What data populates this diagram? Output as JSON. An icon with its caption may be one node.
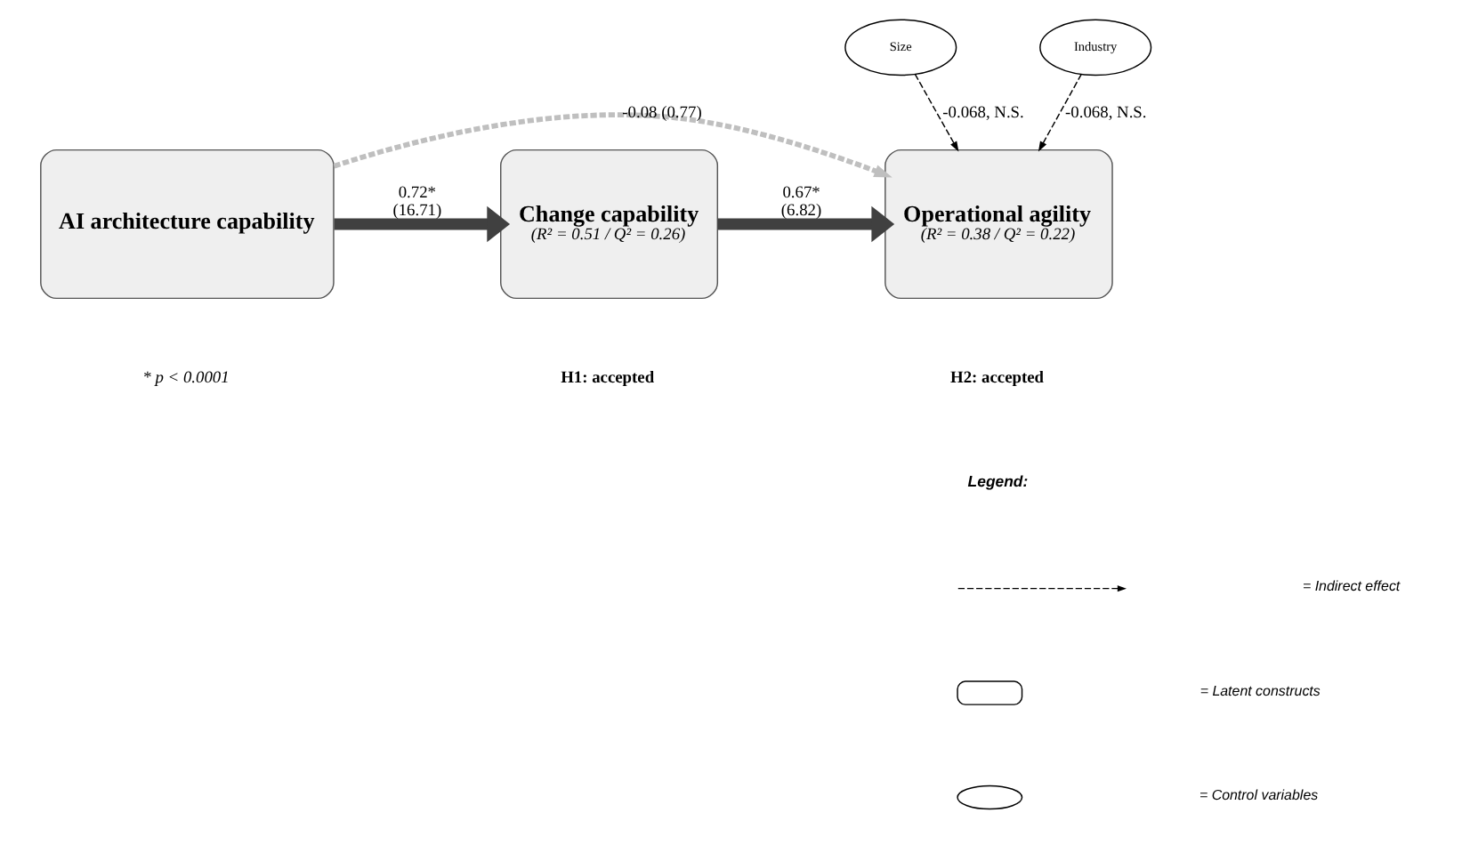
{
  "diagram": {
    "nodes": [
      {
        "text": [
          "AI architecture capability"
        ]
      },
      {
        "text": [
          "Change capability",
          "(R² = 0.51 / Q² = 0.26)"
        ]
      },
      {
        "text": [
          "Operational agility",
          "(R² = 0.38 / Q² = 0.22)"
        ]
      },
      {
        "text": [
          "Size"
        ]
      },
      {
        "text": [
          "Industry"
        ]
      }
    ],
    "edges": [
      {
        "from": 0,
        "to": 1,
        "arrow": "to",
        "label": "0.72* (16.71)",
        "style": "thick"
      },
      {
        "from": 1,
        "to": 2,
        "arrow": "to",
        "label": "0.67* (6.82)",
        "style": "thick"
      },
      {
        "from": 3,
        "to": 2,
        "arrow": "to",
        "label": "-0.068, N.S.",
        "style": "dashed"
      },
      {
        "from": 4,
        "to": 2,
        "arrow": "to",
        "label": "-0.068, N.S.",
        "style": "dashed"
      },
      {
        "from": 0,
        "to": 2,
        "arrow": "to",
        "label": "-0.08 (0.77)",
        "style": "dashed",
        "color": "#bfbfbf"
      }
    ],
    "labels": [
      "H1: accepted",
      "H2: accepted",
      "* p < 0.0001",
      "Legend:"
    ],
    "legend": [
      {
        "text": "= Indirect effect"
      },
      {
        "text": "= Latent constructs"
      },
      {
        "text": "= Control variables"
      }
    ]
  }
}
